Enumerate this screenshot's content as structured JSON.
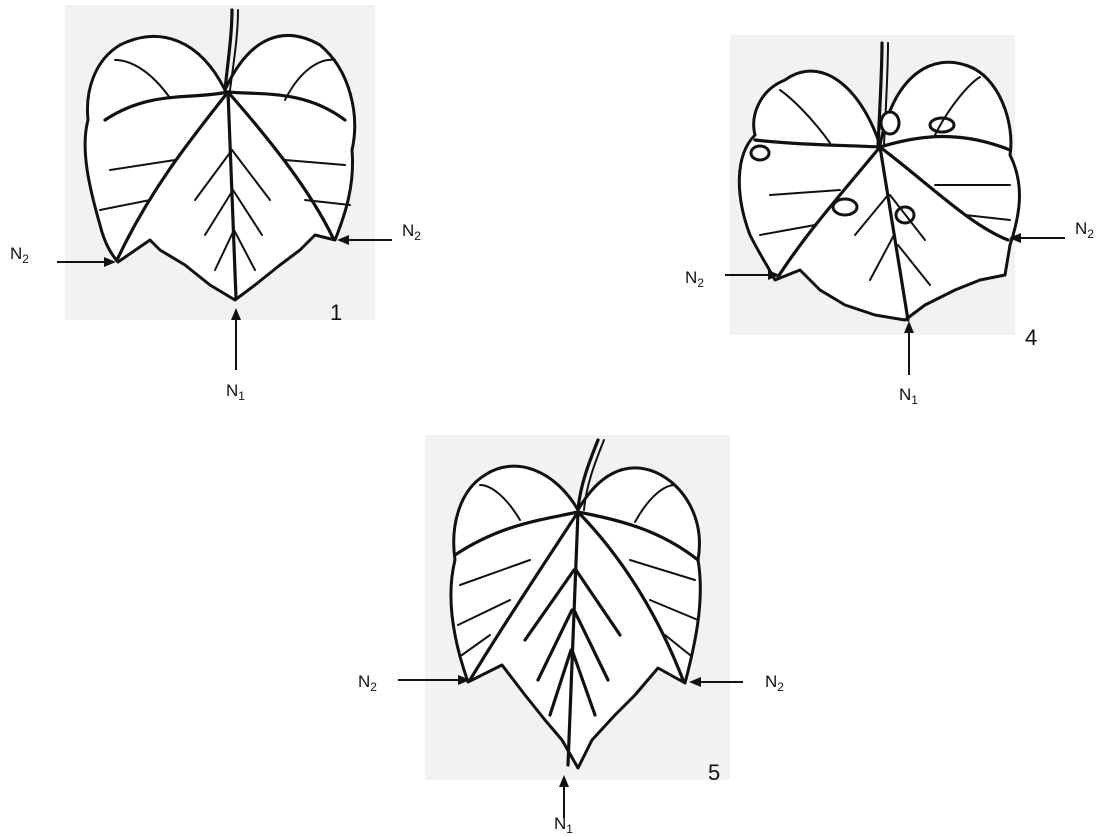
{
  "panels": [
    {
      "id": "1",
      "number": "1",
      "labels": {
        "n2_left": "N",
        "n2_left_sub": "2",
        "n2_right": "N",
        "n2_right_sub": "2",
        "n1": "N",
        "n1_sub": "1"
      }
    },
    {
      "id": "4",
      "number": "4",
      "labels": {
        "n2_left": "N",
        "n2_left_sub": "2",
        "n2_right": "N",
        "n2_right_sub": "2",
        "n1": "N",
        "n1_sub": "1"
      }
    },
    {
      "id": "5",
      "number": "5",
      "labels": {
        "n2_left": "N",
        "n2_left_sub": "2",
        "n2_right": "N",
        "n2_right_sub": "2",
        "n1": "N",
        "n1_sub": "1"
      }
    }
  ],
  "colors": {
    "ink": "#111111",
    "background": "#ffffff",
    "leaf_shadow": "#f2f2f2"
  },
  "icons": [
    "grape-leaf-icon",
    "arrow-icon"
  ]
}
